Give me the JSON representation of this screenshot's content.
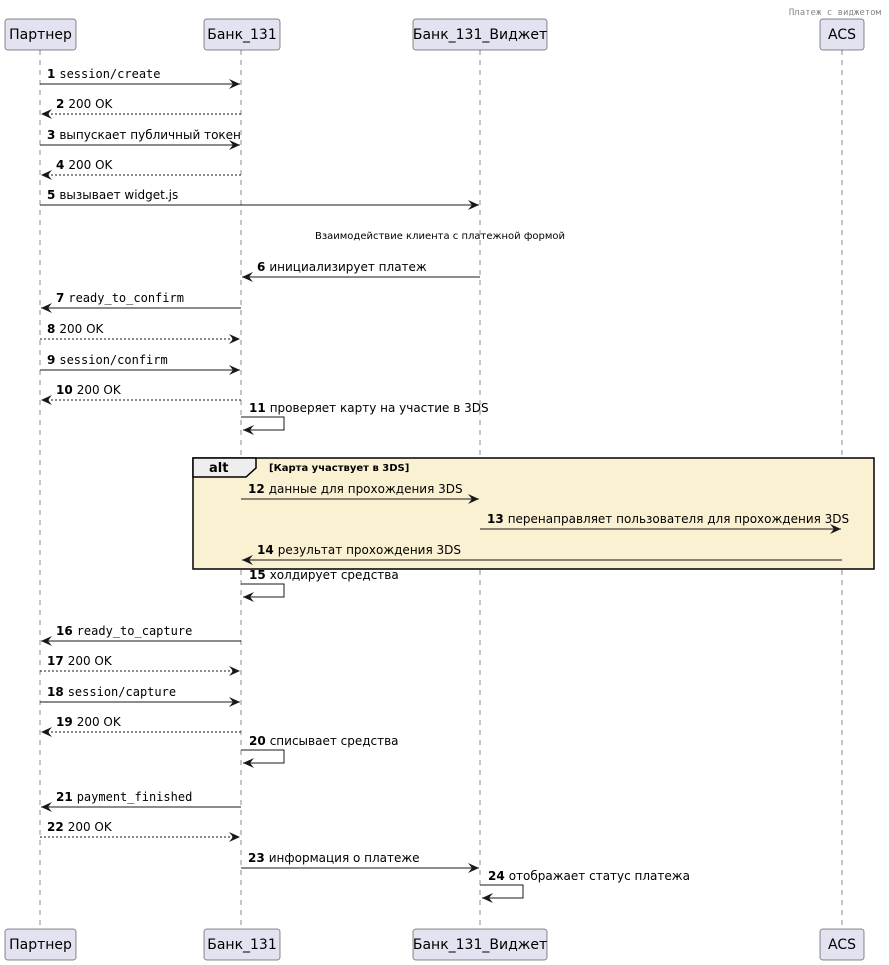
{
  "diagram": {
    "title": "Платеж с виджетом",
    "participants": [
      {
        "id": "partner",
        "label": "Партнер"
      },
      {
        "id": "bank",
        "label": "Банк_131"
      },
      {
        "id": "widget",
        "label": "Банк_131_Виджет"
      },
      {
        "id": "acs",
        "label": "ACS"
      }
    ],
    "divider": "Взаимодействие клиента с платежной формой",
    "alt": {
      "keyword": "alt",
      "condition": "[Карта участвует в 3DS]"
    },
    "messages": [
      {
        "n": "1",
        "from": "partner",
        "to": "bank",
        "text": "session/create",
        "style": "solid",
        "font": "mono"
      },
      {
        "n": "2",
        "from": "bank",
        "to": "partner",
        "text": "200 OK",
        "style": "dashed",
        "font": "sans"
      },
      {
        "n": "3",
        "from": "partner",
        "to": "bank",
        "text": "выпускает публичный токен",
        "style": "solid",
        "font": "sans"
      },
      {
        "n": "4",
        "from": "bank",
        "to": "partner",
        "text": "200 OK",
        "style": "dashed",
        "font": "sans"
      },
      {
        "n": "5",
        "from": "partner",
        "to": "widget",
        "text": "вызывает widget.js",
        "style": "solid",
        "font": "sans"
      },
      {
        "n": "6",
        "from": "widget",
        "to": "bank",
        "text": "инициализирует платеж",
        "style": "solid",
        "font": "sans"
      },
      {
        "n": "7",
        "from": "bank",
        "to": "partner",
        "text": "ready_to_confirm",
        "style": "solid",
        "font": "mono"
      },
      {
        "n": "8",
        "from": "partner",
        "to": "bank",
        "text": "200 OK",
        "style": "dashed",
        "font": "sans"
      },
      {
        "n": "9",
        "from": "partner",
        "to": "bank",
        "text": "session/confirm",
        "style": "solid",
        "font": "mono"
      },
      {
        "n": "10",
        "from": "bank",
        "to": "partner",
        "text": "200 OK",
        "style": "dashed",
        "font": "sans"
      },
      {
        "n": "11",
        "from": "bank",
        "to": "bank",
        "text": "проверяет карту на участие в 3DS",
        "style": "solid",
        "font": "sans"
      },
      {
        "n": "12",
        "from": "bank",
        "to": "widget",
        "text": "данные для прохождения 3DS",
        "style": "solid",
        "font": "sans"
      },
      {
        "n": "13",
        "from": "widget",
        "to": "acs",
        "text": "перенаправляет пользователя для прохождения 3DS",
        "style": "solid",
        "font": "sans"
      },
      {
        "n": "14",
        "from": "acs",
        "to": "bank",
        "text": "результат прохождения 3DS",
        "style": "solid",
        "font": "sans"
      },
      {
        "n": "15",
        "from": "bank",
        "to": "bank",
        "text": "холдирует средства",
        "style": "solid",
        "font": "sans"
      },
      {
        "n": "16",
        "from": "bank",
        "to": "partner",
        "text": "ready_to_capture",
        "style": "solid",
        "font": "mono"
      },
      {
        "n": "17",
        "from": "partner",
        "to": "bank",
        "text": "200 OK",
        "style": "dashed",
        "font": "sans"
      },
      {
        "n": "18",
        "from": "partner",
        "to": "bank",
        "text": "session/capture",
        "style": "solid",
        "font": "mono"
      },
      {
        "n": "19",
        "from": "bank",
        "to": "partner",
        "text": "200 OK",
        "style": "dashed",
        "font": "sans"
      },
      {
        "n": "20",
        "from": "bank",
        "to": "bank",
        "text": "списывает средства",
        "style": "solid",
        "font": "sans"
      },
      {
        "n": "21",
        "from": "bank",
        "to": "partner",
        "text": "payment_finished",
        "style": "solid",
        "font": "mono"
      },
      {
        "n": "22",
        "from": "partner",
        "to": "bank",
        "text": "200 OK",
        "style": "dashed",
        "font": "sans"
      },
      {
        "n": "23",
        "from": "bank",
        "to": "widget",
        "text": "информация о платеже",
        "style": "solid",
        "font": "sans"
      },
      {
        "n": "24",
        "from": "widget",
        "to": "widget",
        "text": "отображает статус платежа",
        "style": "solid",
        "font": "sans"
      }
    ]
  }
}
